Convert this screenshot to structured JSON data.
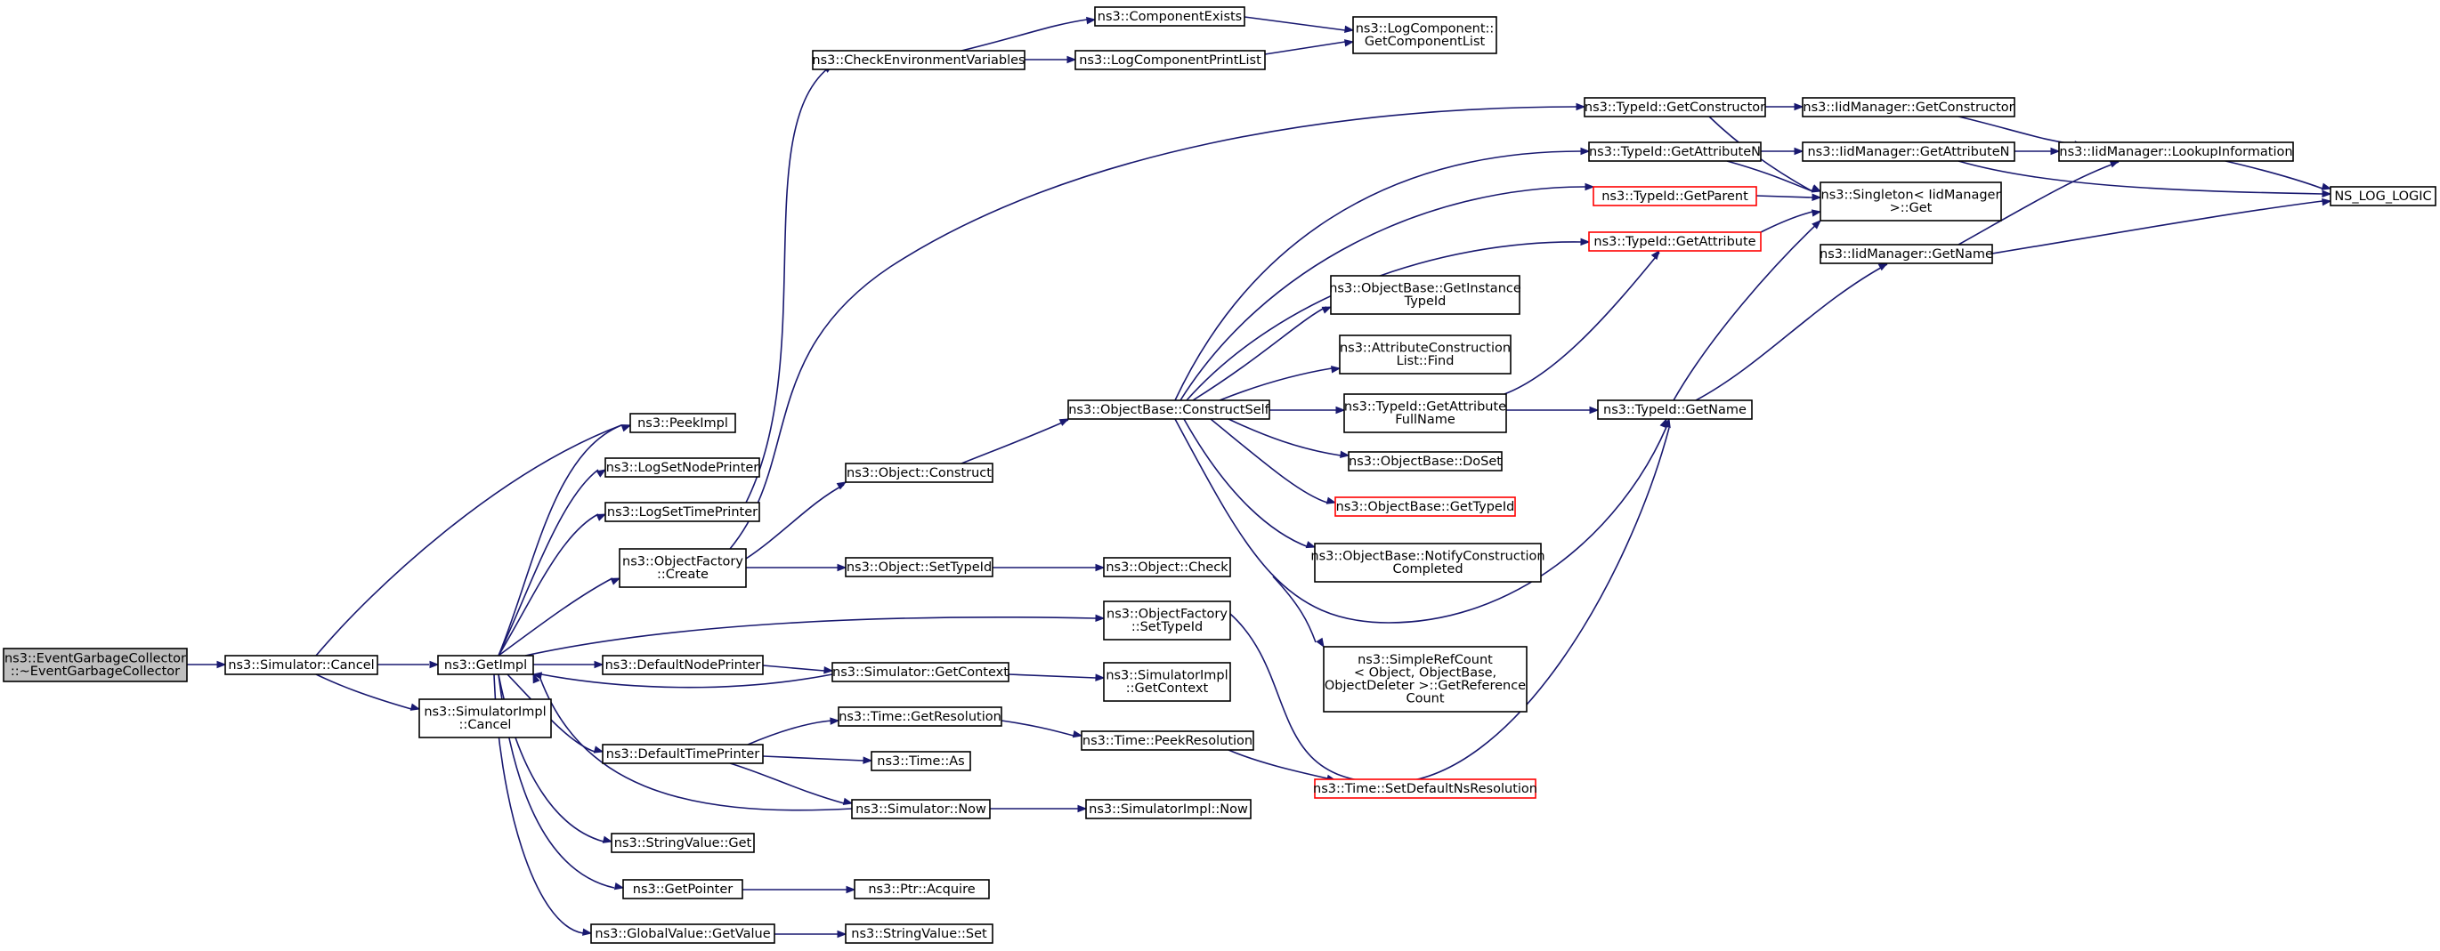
{
  "diagram": {
    "type": "call-graph",
    "colors": {
      "edge": "#191970",
      "node_border": "#000000",
      "node_border_truncated": "#ff0000",
      "root_fill": "#bfbfbf"
    },
    "nodes": [
      {
        "id": "root",
        "lines": [
          "ns3::EventGarbageCollector",
          "::~EventGarbageCollector"
        ],
        "style": "root"
      },
      {
        "id": "cancel",
        "lines": [
          "ns3::Simulator::Cancel"
        ]
      },
      {
        "id": "implcancel",
        "lines": [
          "ns3::SimulatorImpl",
          "::Cancel"
        ]
      },
      {
        "id": "getimpl",
        "lines": [
          "ns3::GetImpl"
        ]
      },
      {
        "id": "peekimpl",
        "lines": [
          "ns3::PeekImpl"
        ]
      },
      {
        "id": "lognode",
        "lines": [
          "ns3::LogSetNodePrinter"
        ]
      },
      {
        "id": "logtime",
        "lines": [
          "ns3::LogSetTimePrinter"
        ]
      },
      {
        "id": "factcreate",
        "lines": [
          "ns3::ObjectFactory",
          "::Create"
        ]
      },
      {
        "id": "defnode",
        "lines": [
          "ns3::DefaultNodePrinter"
        ]
      },
      {
        "id": "deftime",
        "lines": [
          "ns3::DefaultTimePrinter"
        ]
      },
      {
        "id": "strget",
        "lines": [
          "ns3::StringValue::Get"
        ]
      },
      {
        "id": "getptr",
        "lines": [
          "ns3::GetPointer"
        ]
      },
      {
        "id": "gvget",
        "lines": [
          "ns3::GlobalValue::GetValue"
        ]
      },
      {
        "id": "checkenv",
        "lines": [
          "ns3::CheckEnvironmentVariables"
        ]
      },
      {
        "id": "compexists",
        "lines": [
          "ns3::ComponentExists"
        ]
      },
      {
        "id": "logprint",
        "lines": [
          "ns3::LogComponentPrintList"
        ]
      },
      {
        "id": "getcomplist",
        "lines": [
          "ns3::LogComponent::",
          "GetComponentList"
        ]
      },
      {
        "id": "objconstruct",
        "lines": [
          "ns3::Object::Construct"
        ]
      },
      {
        "id": "settypeid",
        "lines": [
          "ns3::Object::SetTypeId"
        ]
      },
      {
        "id": "simgetctx",
        "lines": [
          "ns3::Simulator::GetContext"
        ]
      },
      {
        "id": "getres",
        "lines": [
          "ns3::Time::GetResolution"
        ]
      },
      {
        "id": "timeas",
        "lines": [
          "ns3::Time::As"
        ]
      },
      {
        "id": "simnow",
        "lines": [
          "ns3::Simulator::Now"
        ]
      },
      {
        "id": "ptracq",
        "lines": [
          "ns3::Ptr::Acquire"
        ]
      },
      {
        "id": "strset",
        "lines": [
          "ns3::StringValue::Set"
        ]
      },
      {
        "id": "constructself",
        "lines": [
          "ns3::ObjectBase::ConstructSelf"
        ]
      },
      {
        "id": "objcheck",
        "lines": [
          "ns3::Object::Check"
        ]
      },
      {
        "id": "factset",
        "lines": [
          "ns3::ObjectFactory",
          "::SetTypeId"
        ]
      },
      {
        "id": "implgetctx",
        "lines": [
          "ns3::SimulatorImpl",
          "::GetContext"
        ]
      },
      {
        "id": "peekres",
        "lines": [
          "ns3::Time::PeekResolution"
        ]
      },
      {
        "id": "implnow",
        "lines": [
          "ns3::SimulatorImpl::Now"
        ]
      },
      {
        "id": "getinst",
        "lines": [
          "ns3::ObjectBase::GetInstance",
          "TypeId"
        ]
      },
      {
        "id": "acfind",
        "lines": [
          "ns3::AttributeConstruction",
          "List::Find"
        ]
      },
      {
        "id": "gafull",
        "lines": [
          "ns3::TypeId::GetAttribute",
          "FullName"
        ]
      },
      {
        "id": "doset",
        "lines": [
          "ns3::ObjectBase::DoSet"
        ]
      },
      {
        "id": "obgettid",
        "lines": [
          "ns3::ObjectBase::GetTypeId"
        ],
        "style": "red"
      },
      {
        "id": "notify",
        "lines": [
          "ns3::ObjectBase::NotifyConstruction",
          "Completed"
        ]
      },
      {
        "id": "refcount",
        "lines": [
          "ns3::SimpleRefCount",
          "< Object, ObjectBase,",
          " ObjectDeleter >::GetReference",
          "Count"
        ]
      },
      {
        "id": "setdefres",
        "lines": [
          "ns3::Time::SetDefaultNsResolution"
        ],
        "style": "red"
      },
      {
        "id": "tgetcons",
        "lines": [
          "ns3::TypeId::GetConstructor"
        ]
      },
      {
        "id": "tgetattrn",
        "lines": [
          "ns3::TypeId::GetAttributeN"
        ]
      },
      {
        "id": "tgetparent",
        "lines": [
          "ns3::TypeId::GetParent"
        ],
        "style": "red"
      },
      {
        "id": "tgetattr",
        "lines": [
          "ns3::TypeId::GetAttribute"
        ],
        "style": "red"
      },
      {
        "id": "tgetname",
        "lines": [
          "ns3::TypeId::GetName"
        ]
      },
      {
        "id": "igetcons",
        "lines": [
          "ns3::IidManager::GetConstructor"
        ]
      },
      {
        "id": "igetattrn",
        "lines": [
          "ns3::IidManager::GetAttributeN"
        ]
      },
      {
        "id": "singleton",
        "lines": [
          "ns3::Singleton< IidManager",
          " >::Get"
        ]
      },
      {
        "id": "igetname",
        "lines": [
          "ns3::IidManager::GetName"
        ]
      },
      {
        "id": "lookup",
        "lines": [
          "ns3::IidManager::LookupInformation"
        ]
      },
      {
        "id": "nslog",
        "lines": [
          "NS_LOG_LOGIC"
        ]
      }
    ]
  }
}
